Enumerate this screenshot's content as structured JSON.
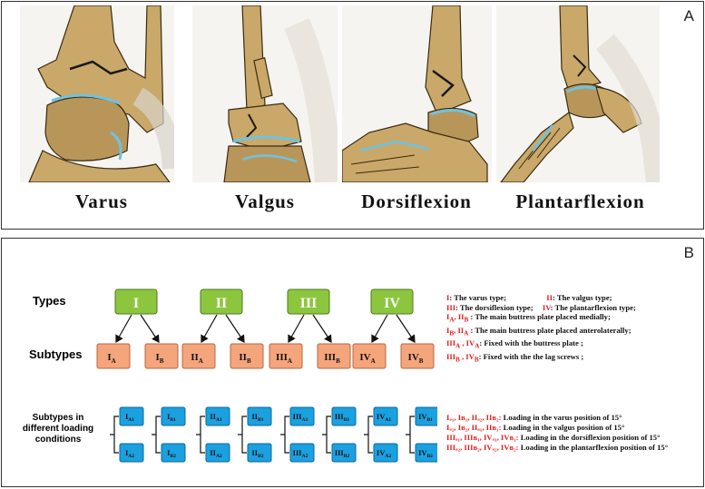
{
  "panelA": {
    "letter": "A",
    "captions": [
      "Varus",
      "Valgus",
      "Dorsiflexion",
      "Plantarflexion"
    ]
  },
  "panelB": {
    "letter": "B",
    "row_labels": {
      "types": "Types",
      "subtypes": "Subtypes",
      "loading_line1": "Subtypes  in",
      "loading_line2": "different loading",
      "loading_line3": "conditions"
    },
    "types": [
      "I",
      "II",
      "III",
      "IV"
    ],
    "subtypes": [
      {
        "base": "I",
        "sub": "A"
      },
      {
        "base": "I",
        "sub": "B"
      },
      {
        "base": "II",
        "sub": "A"
      },
      {
        "base": "II",
        "sub": "B"
      },
      {
        "base": "III",
        "sub": "A"
      },
      {
        "base": "III",
        "sub": "B"
      },
      {
        "base": "IV",
        "sub": "A"
      },
      {
        "base": "IV",
        "sub": "B"
      }
    ],
    "loading_subtypes": [
      {
        "top": {
          "base": "I",
          "sub": "A1"
        },
        "bottom": {
          "base": "I",
          "sub": "A2"
        }
      },
      {
        "top": {
          "base": "I",
          "sub": "B1"
        },
        "bottom": {
          "base": "I",
          "sub": "B2"
        }
      },
      {
        "top": {
          "base": "II",
          "sub": "A1"
        },
        "bottom": {
          "base": "II",
          "sub": "A2"
        }
      },
      {
        "top": {
          "base": "II",
          "sub": "B1"
        },
        "bottom": {
          "base": "II",
          "sub": "B2"
        }
      },
      {
        "top": {
          "base": "III",
          "sub": "A1"
        },
        "bottom": {
          "base": "III",
          "sub": "A2"
        }
      },
      {
        "top": {
          "base": "III",
          "sub": "B1"
        },
        "bottom": {
          "base": "III",
          "sub": "B2"
        }
      },
      {
        "top": {
          "base": "IV",
          "sub": "A1"
        },
        "bottom": {
          "base": "IV",
          "sub": "A2"
        }
      },
      {
        "top": {
          "base": "IV",
          "sub": "B1"
        },
        "bottom": {
          "base": "IV",
          "sub": "B2"
        }
      }
    ],
    "legend": {
      "l1a_key": "I",
      "l1a_text": ": The varus type;",
      "l1b_key": "II",
      "l1b_text": ": The valgus  type;",
      "l2a_key": "III",
      "l2a_text": ": The dorsiflexion  type;",
      "l2b_key": "IV",
      "l2b_text": ": The plantarflexion  type;",
      "l3_key": "I",
      "l3_key_sub": "A",
      "l3_key2": ", II",
      "l3_key2_sub": "B",
      "l3_text": " : The main buttress plate  placed medially;",
      "l4_key": "I",
      "l4_key_sub": "B",
      "l4_key2": ", II",
      "l4_key2_sub": "A",
      "l4_text": " : The main buttress plate  placed anterolaterally;",
      "l5_key": "III",
      "l5_key_sub": "A",
      "l5_key2": " , IV",
      "l5_key2_sub": "A",
      "l5_text": ": Fixed with the buttress plate ;",
      "l6_key": "III",
      "l6_key_sub": "B",
      "l6_key2": " , IV",
      "l6_key2_sub": "B",
      "l6_text": ": Fixed with the the lag screws ;"
    },
    "loading_legend": [
      {
        "keys": "Iₐ₁,  Iʙ₁,  IIₐ₂,  IIʙ₂:",
        "text": "Loading   in   the   varus  position   of   15°"
      },
      {
        "keys": "Iₐ₂,  Iʙ₂,  IIₐ₁,  IIʙ₁:",
        "text": "Loading   in   the   valgus  position   of   15°"
      },
      {
        "keys": "IIIₐ₁, IIIʙ₁, IVₐ₁, IVʙ₁:",
        "text": "Loading  in  the dorsiflexion position of  15°"
      },
      {
        "keys": "IIIₐ₂, IIIʙ₂, IVₐ₂, IVʙ₂:",
        "text": "Loading in the plantarflexion position of  15°"
      }
    ],
    "colors": {
      "type_fill": "#8cc63f",
      "type_stroke": "#4d7a1c",
      "subtype_fill": "#f4a57c",
      "subtype_stroke": "#b5683e",
      "loading_fill": "#1ba0e0",
      "loading_stroke": "#0b6a9c",
      "legend_red": "#e02020"
    }
  }
}
